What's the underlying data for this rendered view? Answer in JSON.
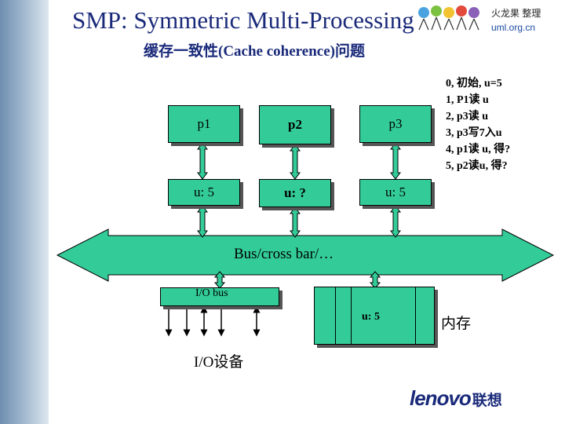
{
  "title": "SMP: Symmetric Multi-Processing",
  "subtitle": "缓存一致性(Cache coherence)问题",
  "processors": [
    "p1",
    "p2",
    "p3"
  ],
  "caches": [
    "u: 5",
    "u: ?",
    "u: 5"
  ],
  "bus_label": "Bus/cross bar/…",
  "io_bus_label": "I/O bus",
  "io_device_label": "I/O设备",
  "memory_label": "u: 5",
  "memory_text": "内存",
  "notes": [
    "0, 初始, u=5",
    "1, P1读 u",
    "2, p3读 u",
    "3, p3写7入u",
    "4, p1读 u, 得?",
    "5, p2读u, 得?"
  ],
  "logo": {
    "site": "火龙果 整理",
    "url": "uml.org.cn"
  },
  "brand": {
    "name": "lenovo",
    "cn": "联想"
  },
  "colors": {
    "accent": "#33cc99",
    "title": "#1a2a7a"
  }
}
